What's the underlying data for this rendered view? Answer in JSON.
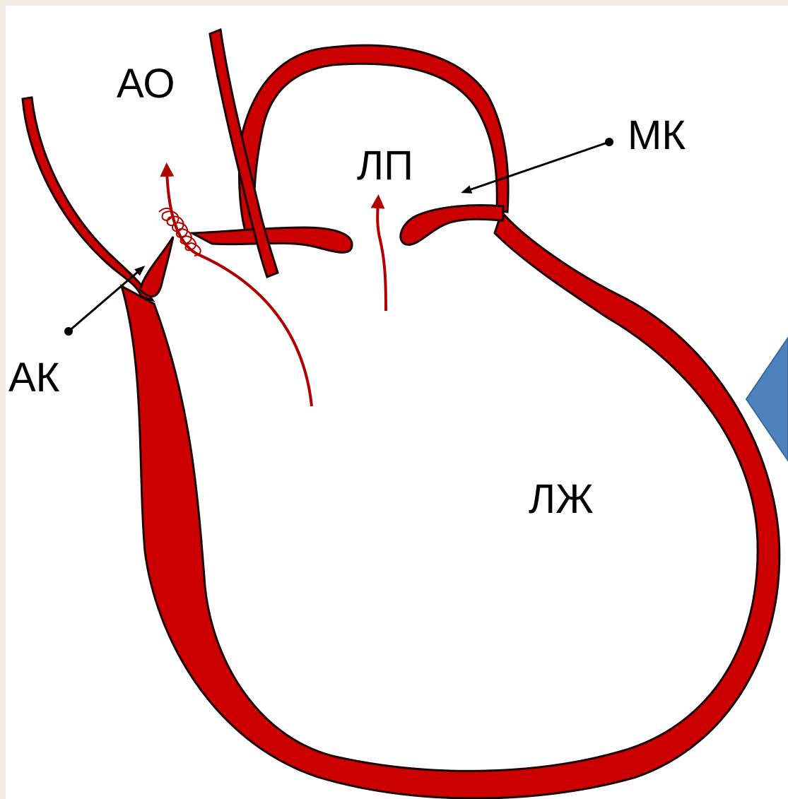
{
  "labels": {
    "ao": "АО",
    "lp": "ЛП",
    "mk": "МК",
    "ak": "АК",
    "lzh": "ЛЖ"
  },
  "colors": {
    "heart_wall": "#cc0000",
    "wall_outline": "#1a0000",
    "flow_arrow": "#b00000",
    "nav_arrow": "#4f81bd",
    "pointer": "#000000"
  },
  "icons": {
    "next": "chevron-left-icon"
  }
}
